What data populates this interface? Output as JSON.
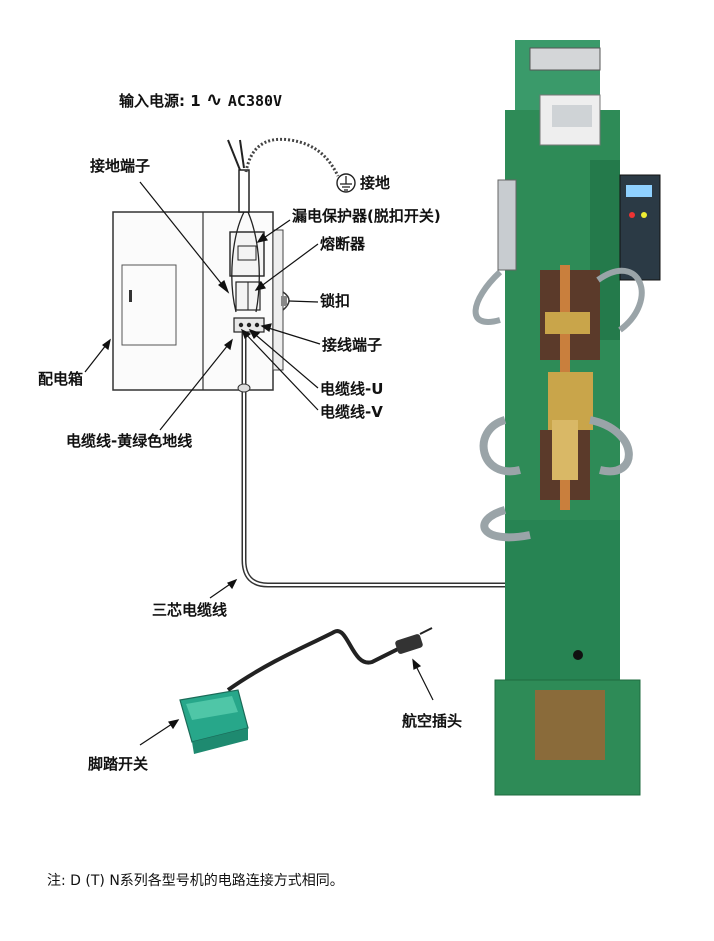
{
  "power_input": {
    "prefix": "输入电源:",
    "phase": "1",
    "wave_symbol": "∿",
    "voltage": "AC380V"
  },
  "labels": {
    "ground_terminal": "接地端子",
    "ground": "接地",
    "leakage_protector": "漏电保护器(脱扣开关)",
    "fuse": "熔断器",
    "lock": "锁扣",
    "wiring_terminal": "接线端子",
    "distribution_box": "配电箱",
    "cable_u": "电缆线-U",
    "cable_v": "电缆线-V",
    "yellow_green_ground": "电缆线-黄绿色地线",
    "three_core_cable": "三芯电缆线",
    "aviation_plug": "航空插头",
    "foot_switch": "脚踏开关"
  },
  "note": "注: D (T) N系列各型号机的电路连接方式相同。",
  "colors": {
    "machine_green": "#2e8b57",
    "machine_dark": "#1f6b3f",
    "brass": "#c9a54a",
    "hose_gray": "#9aa4a8"
  }
}
